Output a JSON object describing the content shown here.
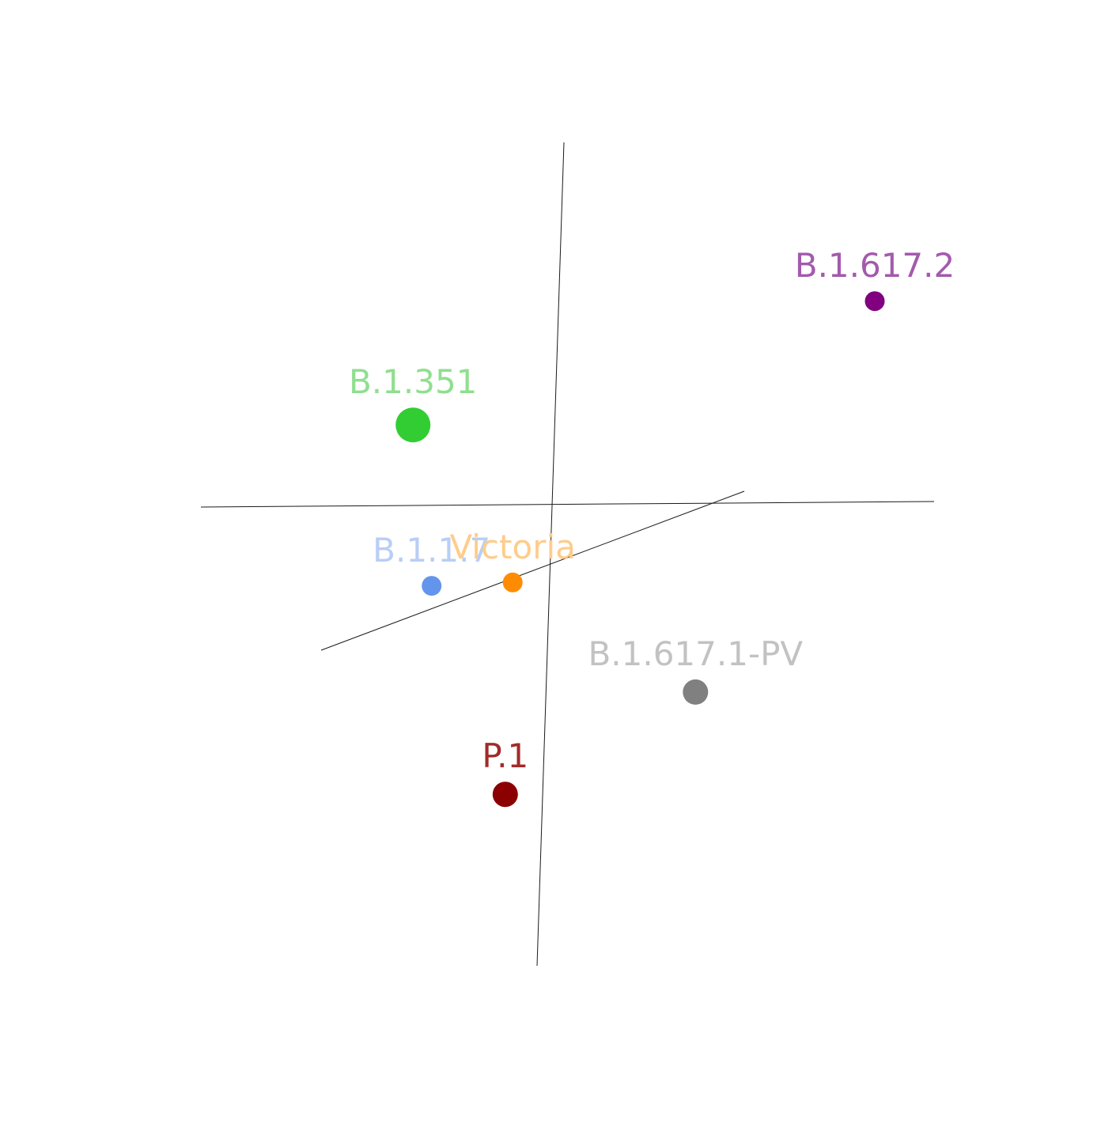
{
  "chart_data": {
    "type": "scatter",
    "title": "",
    "axes": {
      "count": 3,
      "grid": false,
      "tick_labels": false
    },
    "series": [
      {
        "name": "B.1.617.2",
        "color": "#800080",
        "label_color": "#a35aad",
        "size": "small",
        "x": 0.62,
        "y": 0.46,
        "z": -0.35
      },
      {
        "name": "B.1.351",
        "color": "#32cd32",
        "label_color": "#8fdf8f",
        "size": "large",
        "x": -0.55,
        "y": 0.35,
        "z": -0.3
      },
      {
        "name": "B.1.1.7",
        "color": "#6495ed",
        "label_color": "#b8cef5",
        "size": "small",
        "x": -0.28,
        "y": 0.0,
        "z": 0.05
      },
      {
        "name": "Victoria",
        "color": "#ff8c00",
        "label_color": "#ffcc8a",
        "size": "small",
        "x": -0.05,
        "y": -0.02,
        "z": 0.08
      },
      {
        "name": "B.1.617.1-PV",
        "color": "#808080",
        "label_color": "#c2c2c2",
        "size": "medium",
        "x": 0.45,
        "y": -0.35,
        "z": 0.1
      },
      {
        "name": "P.1",
        "color": "#8b0000",
        "label_color": "#a32a2a",
        "size": "medium",
        "x": -0.04,
        "y": -0.52,
        "z": 0.1
      }
    ]
  }
}
